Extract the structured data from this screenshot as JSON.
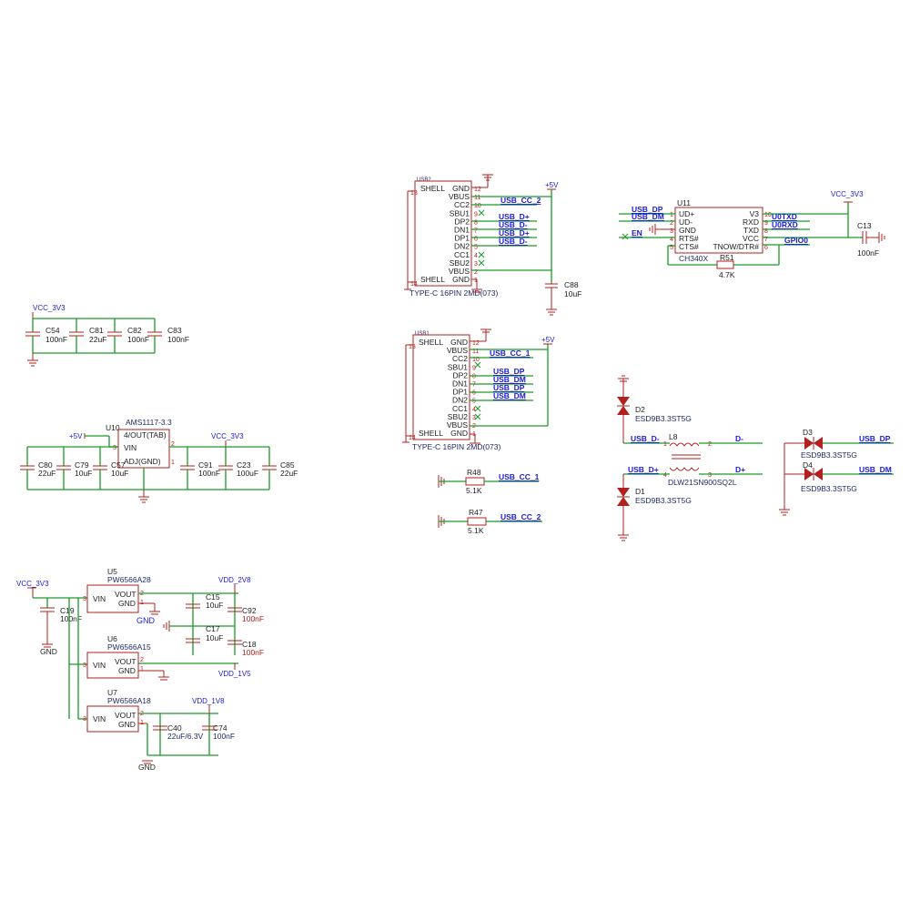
{
  "rails": {
    "vcc3v3": "VCC_3V3",
    "p5v": "+5V",
    "vdd2v8": "VDD_2V8",
    "vdd1v5": "VDD_1V5",
    "vdd1v8": "VDD_1V8",
    "gnd": "GND"
  },
  "nets": {
    "usb_cc_1": "USB_CC_1",
    "usb_cc_2": "USB_CC_2",
    "usb_dp": "USB_DP",
    "usb_dm": "USB_DM",
    "usb_dplus": "USB_D+",
    "usb_dminus": "USB_D-",
    "en": "EN",
    "u0txd": "U0TXD",
    "u0rxd": "U0RXD",
    "gpio0": "GPIO0",
    "dplus": "D+",
    "dminus": "D-"
  },
  "usb1": {
    "ref": "USB2",
    "footprint": "TYPE-C 16PIN 2MD(073)",
    "left_pins": [
      "SHELL",
      "SHELL"
    ],
    "signals": [
      "GND",
      "VBUS",
      "CC2",
      "SBU1",
      "DP2",
      "DN1",
      "DP1",
      "DN2",
      "CC1",
      "SBU2",
      "VBUS",
      "GND"
    ],
    "pin_numbers": [
      "12",
      "11",
      "10",
      "9",
      "8",
      "7",
      "6",
      "5",
      "4",
      "3",
      "2",
      "1"
    ],
    "shell_pins": [
      "13",
      "14"
    ],
    "nets": [
      "USB_CC_2",
      "USB_D+",
      "USB_D-",
      "USB_D+",
      "USB_D-"
    ]
  },
  "usb2": {
    "ref": "USB1",
    "footprint": "TYPE-C 16PIN 2MD(073)",
    "left_pins": [
      "SHELL",
      "SHELL"
    ],
    "signals": [
      "GND",
      "VBUS",
      "CC2",
      "SBU1",
      "DP2",
      "DN1",
      "DP1",
      "DN2",
      "CC1",
      "SBU2",
      "VBUS",
      "GND"
    ],
    "pin_numbers": [
      "12",
      "11",
      "10",
      "9",
      "8",
      "7",
      "6",
      "5",
      "4",
      "3",
      "2",
      "1"
    ],
    "shell_pins": [
      "13",
      "14"
    ],
    "nets": [
      "USB_CC_1",
      "USB_DP",
      "USB_DM",
      "USB_DP",
      "USB_DM"
    ]
  },
  "c88": {
    "ref": "C88",
    "value": "10uF"
  },
  "u11": {
    "ref": "U11",
    "part": "CH340X",
    "left": [
      "UD+",
      "UD-",
      "GND",
      "RTS#",
      "CTS#"
    ],
    "left_nums": [
      "1",
      "2",
      "3",
      "4",
      "5"
    ],
    "right": [
      "V3",
      "RXD",
      "TXD",
      "VCC",
      "TNOW/DTR#"
    ],
    "right_nums": [
      "10",
      "9",
      "8",
      "7",
      "6"
    ]
  },
  "r51": {
    "ref": "R51",
    "value": "4.7K"
  },
  "c13": {
    "ref": "C13",
    "value": "100nF"
  },
  "caps_group1": [
    {
      "ref": "C54",
      "value": "100nF"
    },
    {
      "ref": "C81",
      "value": "22uF"
    },
    {
      "ref": "C82",
      "value": "100nF"
    },
    {
      "ref": "C83",
      "value": "100nF"
    }
  ],
  "u10": {
    "ref": "U10",
    "part": "AMS1117-3.3",
    "vout": "4/OUT(TAB)",
    "vin": "VIN",
    "adj": "ADJ(GND)",
    "pin_vin": "3",
    "pin_adj": "1",
    "pin_out": "2"
  },
  "caps_group2": [
    {
      "ref": "C80",
      "value": "22uF"
    },
    {
      "ref": "C79",
      "value": "10uF"
    },
    {
      "ref": "C57",
      "value": "10uF"
    },
    {
      "ref": "C91",
      "value": "100nF"
    },
    {
      "ref": "C23",
      "value": "100uF"
    },
    {
      "ref": "C85",
      "value": "22uF"
    }
  ],
  "r48": {
    "ref": "R48",
    "value": "5.1K"
  },
  "r47": {
    "ref": "R47",
    "value": "5.1K"
  },
  "d2": {
    "ref": "D2",
    "part": "ESD9B3.3ST5G"
  },
  "d1": {
    "ref": "D1",
    "part": "ESD9B3.3ST5G"
  },
  "d3": {
    "ref": "D3",
    "part": "ESD9B3.3ST5G"
  },
  "d4": {
    "ref": "D4",
    "part": "ESD9B3.3ST5G"
  },
  "l8": {
    "ref": "L8",
    "part": "DLW21SN900SQ2L",
    "pin1": "1",
    "pin2": "2",
    "pin3": "3",
    "pin4": "4"
  },
  "u5": {
    "ref": "U5",
    "part": "PW6566A28",
    "vin": "VIN",
    "vout": "VOUT",
    "gnd": "GND",
    "pin_vin": "3",
    "pin_vout": "2",
    "pin_gnd": "1"
  },
  "u6": {
    "ref": "U6",
    "part": "PW6566A15",
    "vin": "VIN",
    "vout": "VOUT",
    "gnd": "GND",
    "pin_vin": "3",
    "pin_vout": "2",
    "pin_gnd": "1"
  },
  "u7": {
    "ref": "U7",
    "part": "PW6566A18",
    "vin": "VIN",
    "vout": "VOUT",
    "gnd": "GND",
    "pin_vin": "3",
    "pin_vout": "2",
    "pin_gnd": "1"
  },
  "ldo_caps": {
    "c19": {
      "ref": "C19",
      "value": "100nF"
    },
    "c15": {
      "ref": "C15",
      "value": "10uF"
    },
    "c92": {
      "ref": "C92",
      "value": "100nF"
    },
    "c17": {
      "ref": "C17",
      "value": "10uF"
    },
    "c18": {
      "ref": "C18",
      "value": "100nF"
    },
    "c40": {
      "ref": "C40",
      "value": "22uF/6.3V"
    },
    "c74": {
      "ref": "C74",
      "value": "100nF"
    }
  }
}
